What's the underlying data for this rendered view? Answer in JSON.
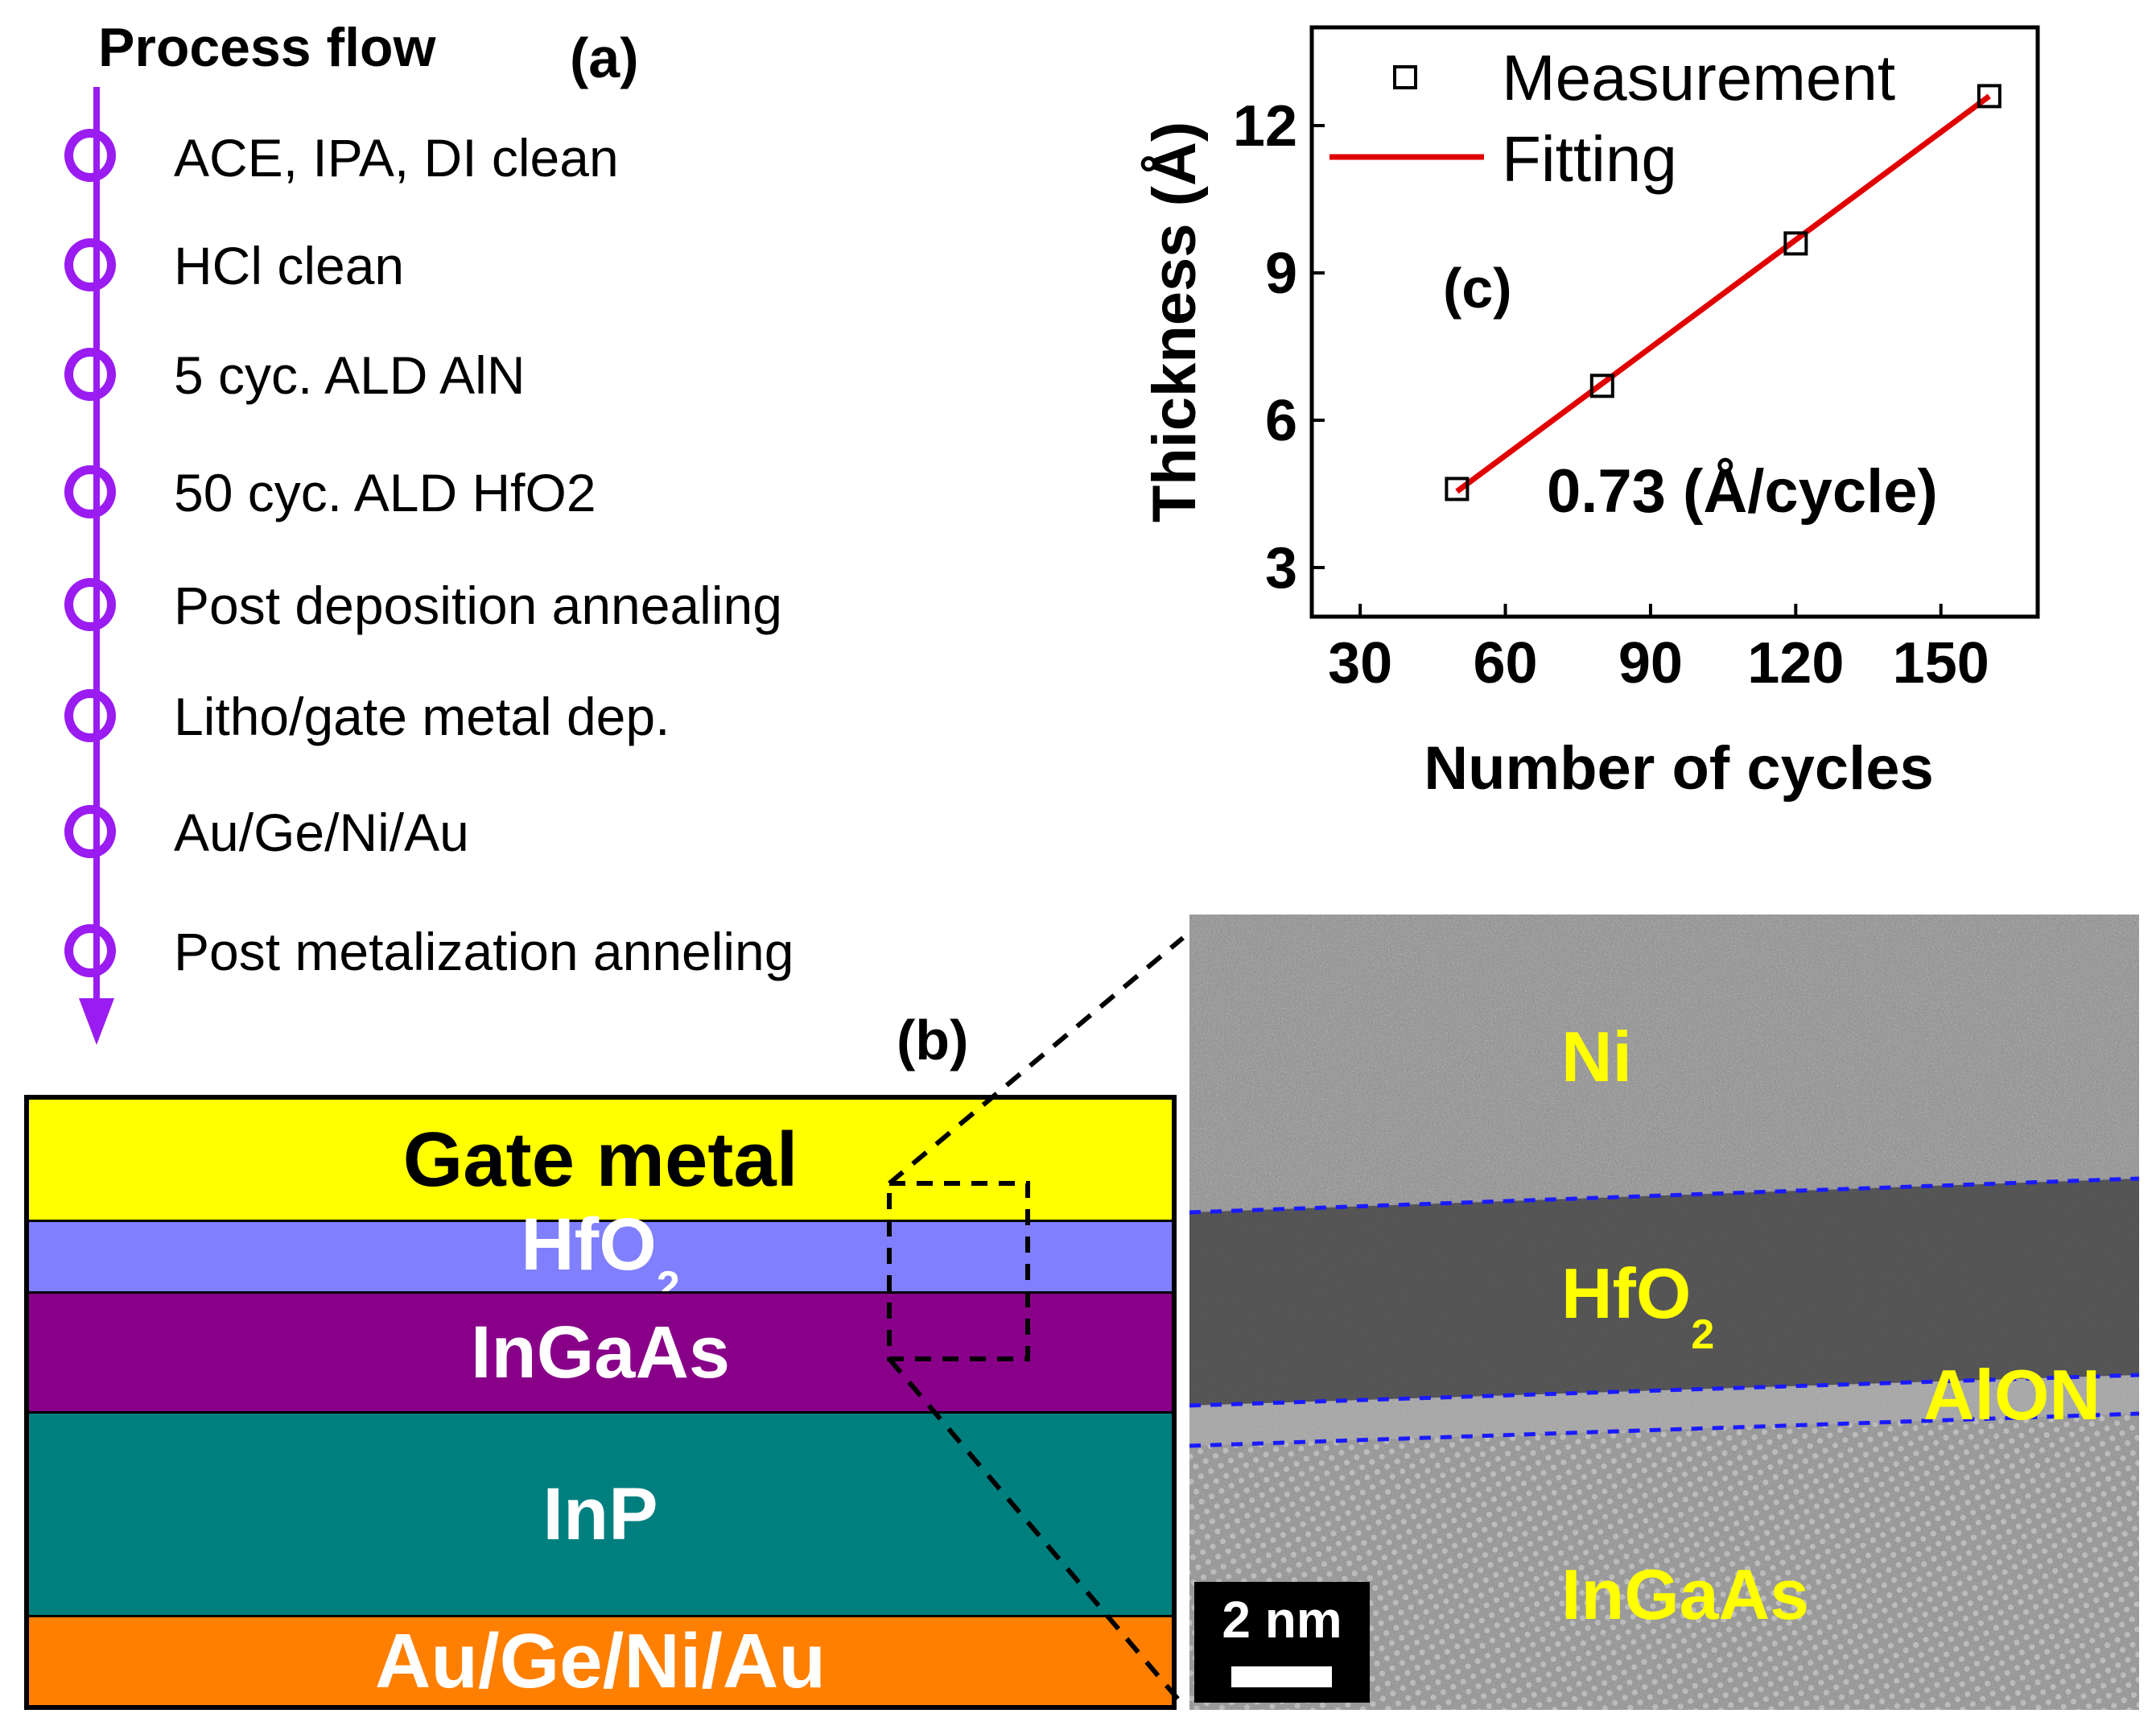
{
  "panel_a": {
    "label": "(a)",
    "title": "Process flow",
    "steps": [
      "ACE, IPA, DI clean",
      "HCl clean",
      "5 cyc. ALD AlN",
      "50 cyc. ALD HfO2",
      "Post deposition annealing",
      "Litho/gate metal dep.",
      "Au/Ge/Ni/Au",
      "Post metalization anneling"
    ],
    "color": "#9a1cf0"
  },
  "panel_b": {
    "label": "(b)",
    "layers": {
      "gate": "Gate metal",
      "hfo2_main": "HfO",
      "hfo2_sub": "2",
      "ingaas": "InGaAs",
      "inp": "InP",
      "contact": "Au/Ge/Ni/Au"
    },
    "colors": {
      "gate": "#ffff00",
      "hfo2": "#8080ff",
      "ingaas": "#880088",
      "inp": "#007f7f",
      "contact": "#ff7f00"
    }
  },
  "tem": {
    "labels": {
      "ni": "Ni",
      "hfo2_main": "HfO",
      "hfo2_sub": "2",
      "alon": "AlON",
      "ingaas": "InGaAs"
    },
    "scale_bar": "2 nm",
    "label_color": "#ffff00",
    "boundary_color": "#1a1aff"
  },
  "chart_data": {
    "type": "scatter",
    "panel_label": "(c)",
    "xlabel": "Number of cycles",
    "ylabel": "Thickness (Å)",
    "xlim": [
      20,
      170
    ],
    "ylim": [
      2,
      14
    ],
    "xticks": [
      30,
      60,
      90,
      120,
      150
    ],
    "yticks": [
      3,
      6,
      9,
      12
    ],
    "series": [
      {
        "name": "Measurement",
        "marker": "open-square",
        "x": [
          50,
          80,
          120,
          160
        ],
        "y": [
          4.6,
          6.7,
          9.6,
          12.6
        ]
      },
      {
        "name": "Fitting",
        "line": true,
        "color": "#e00000",
        "x": [
          50,
          160
        ],
        "y": [
          4.55,
          12.6
        ]
      }
    ],
    "annotation": "0.73 (Å/cycle)",
    "legend": "top"
  }
}
